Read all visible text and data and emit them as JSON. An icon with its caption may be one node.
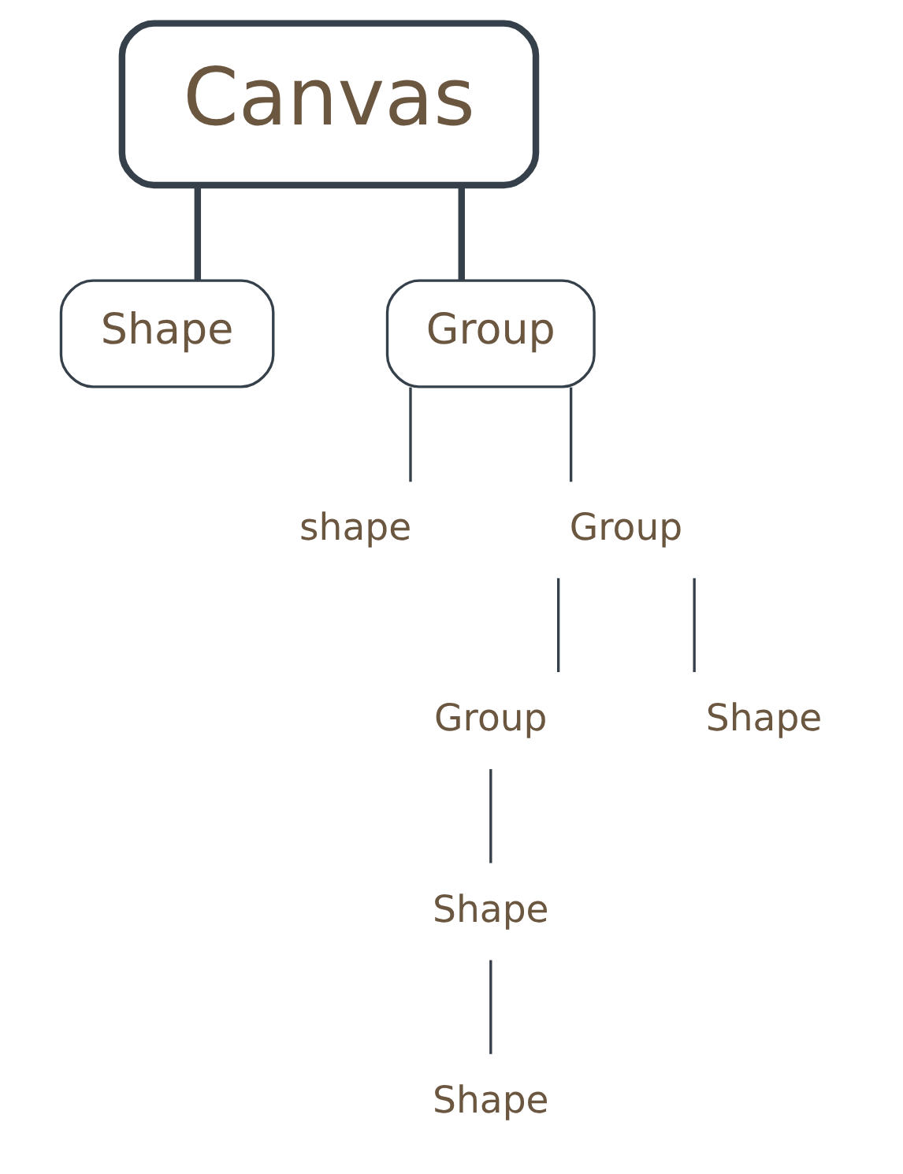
{
  "diagram": {
    "nodes": [
      {
        "text": [
          "Canvas"
        ]
      },
      {
        "text": [
          "Shape"
        ]
      },
      {
        "text": [
          "Group"
        ]
      },
      {
        "text": [
          "shape"
        ]
      },
      {
        "text": [
          "Group"
        ]
      },
      {
        "text": [
          "Group"
        ]
      },
      {
        "text": [
          "Shape"
        ]
      },
      {
        "text": [
          "Shape"
        ]
      },
      {
        "text": [
          "Shape"
        ]
      }
    ],
    "edges": [
      {
        "from": 0,
        "to": 1,
        "arrow": "none",
        "style": "thick"
      },
      {
        "from": 0,
        "to": 2,
        "arrow": "none",
        "style": "thick"
      },
      {
        "from": 2,
        "to": 3,
        "arrow": "none"
      },
      {
        "from": 2,
        "to": 4,
        "arrow": "none"
      },
      {
        "from": 4,
        "to": 5,
        "arrow": "none"
      },
      {
        "from": 4,
        "to": 6,
        "arrow": "none"
      },
      {
        "from": 5,
        "to": 7,
        "arrow": "none"
      },
      {
        "from": 7,
        "to": 8,
        "arrow": "none"
      }
    ]
  }
}
